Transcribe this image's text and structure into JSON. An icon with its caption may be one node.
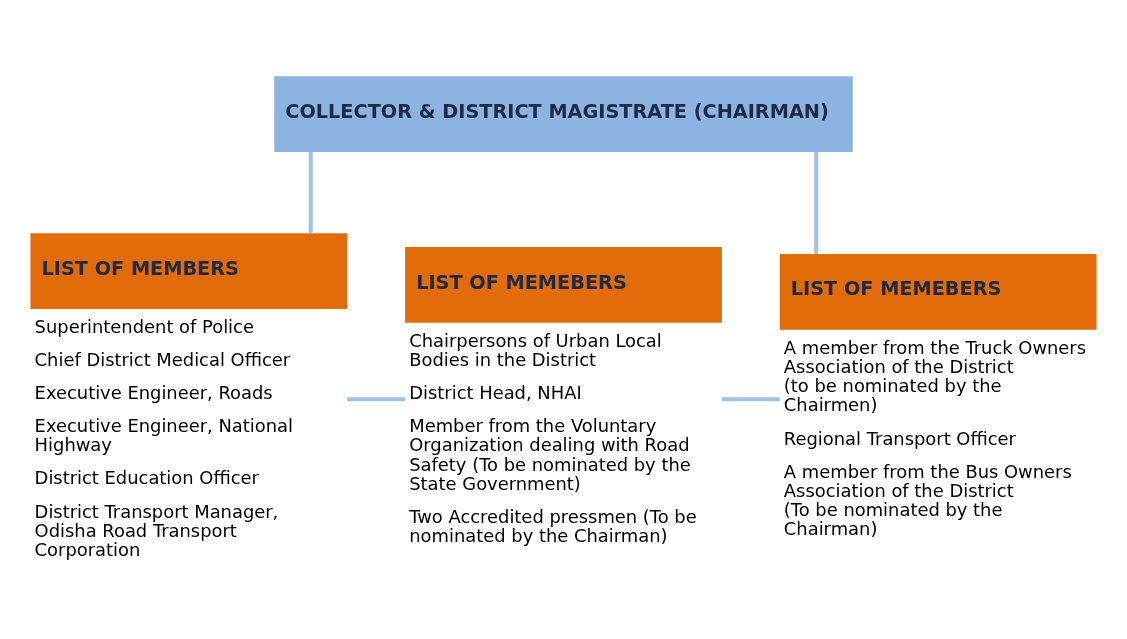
{
  "diagram": {
    "nodes": [
      {
        "text": [
          "COLLECTOR & DISTRICT MAGISTRATE (CHAIRMAN)"
        ]
      },
      {
        "text": [
          "LIST OF MEMBERS"
        ],
        "beside": [
          "Superintendent of Police",
          "Chief District Medical Officer",
          "Executive Engineer, Roads",
          "Executive Engineer, National Highway",
          "District Education Officer",
          "District Transport Manager, Odisha Road Transport Corporation"
        ]
      },
      {
        "text": [
          "LIST OF MEMEBERS"
        ],
        "beside": [
          "Chairpersons of Urban Local Bodies in the District",
          "District Head, NHAI",
          "Member from the Voluntary Organization dealing with Road Safety (To be nominated by the State Government)",
          "Two Accredited pressmen (To be nominated by the Chairman)"
        ]
      },
      {
        "text": [
          "LIST OF MEMEBERS"
        ],
        "beside": [
          "A member from the Truck Owners Association of the District (to be nominated by the Chairmen)",
          "Regional Transport Officer",
          "A member from the Bus Owners Association of the District (To be nominated by the Chairman)"
        ]
      }
    ],
    "edges": [
      {
        "from": 0,
        "to": 1,
        "arrow": "none"
      },
      {
        "from": 0,
        "to": 3,
        "arrow": "none"
      },
      {
        "from": 1,
        "to": 2,
        "arrow": "none"
      },
      {
        "from": 2,
        "to": 3,
        "arrow": "none"
      }
    ]
  }
}
